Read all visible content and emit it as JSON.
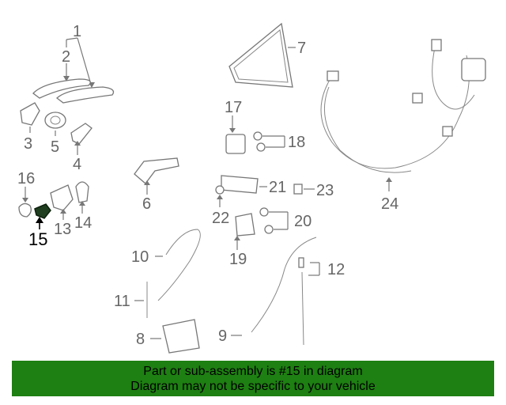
{
  "diagram": {
    "highlighted": "15",
    "callouts": [
      {
        "id": "1",
        "label": "1"
      },
      {
        "id": "2",
        "label": "2"
      },
      {
        "id": "3",
        "label": "3"
      },
      {
        "id": "4",
        "label": "4"
      },
      {
        "id": "5",
        "label": "5"
      },
      {
        "id": "6",
        "label": "6"
      },
      {
        "id": "7",
        "label": "7"
      },
      {
        "id": "8",
        "label": "8"
      },
      {
        "id": "9",
        "label": "9"
      },
      {
        "id": "10",
        "label": "10"
      },
      {
        "id": "11",
        "label": "11"
      },
      {
        "id": "12",
        "label": "12"
      },
      {
        "id": "13",
        "label": "13"
      },
      {
        "id": "14",
        "label": "14"
      },
      {
        "id": "15",
        "label": "15"
      },
      {
        "id": "16",
        "label": "16"
      },
      {
        "id": "17",
        "label": "17"
      },
      {
        "id": "18",
        "label": "18"
      },
      {
        "id": "19",
        "label": "19"
      },
      {
        "id": "20",
        "label": "20"
      },
      {
        "id": "21",
        "label": "21"
      },
      {
        "id": "22",
        "label": "22"
      },
      {
        "id": "23",
        "label": "23"
      },
      {
        "id": "24",
        "label": "24"
      }
    ]
  },
  "banner": {
    "line1": "Part or sub-assembly is #15 in diagram",
    "line2": "Diagram may not be specific to your vehicle",
    "color": "#1e7f12"
  }
}
